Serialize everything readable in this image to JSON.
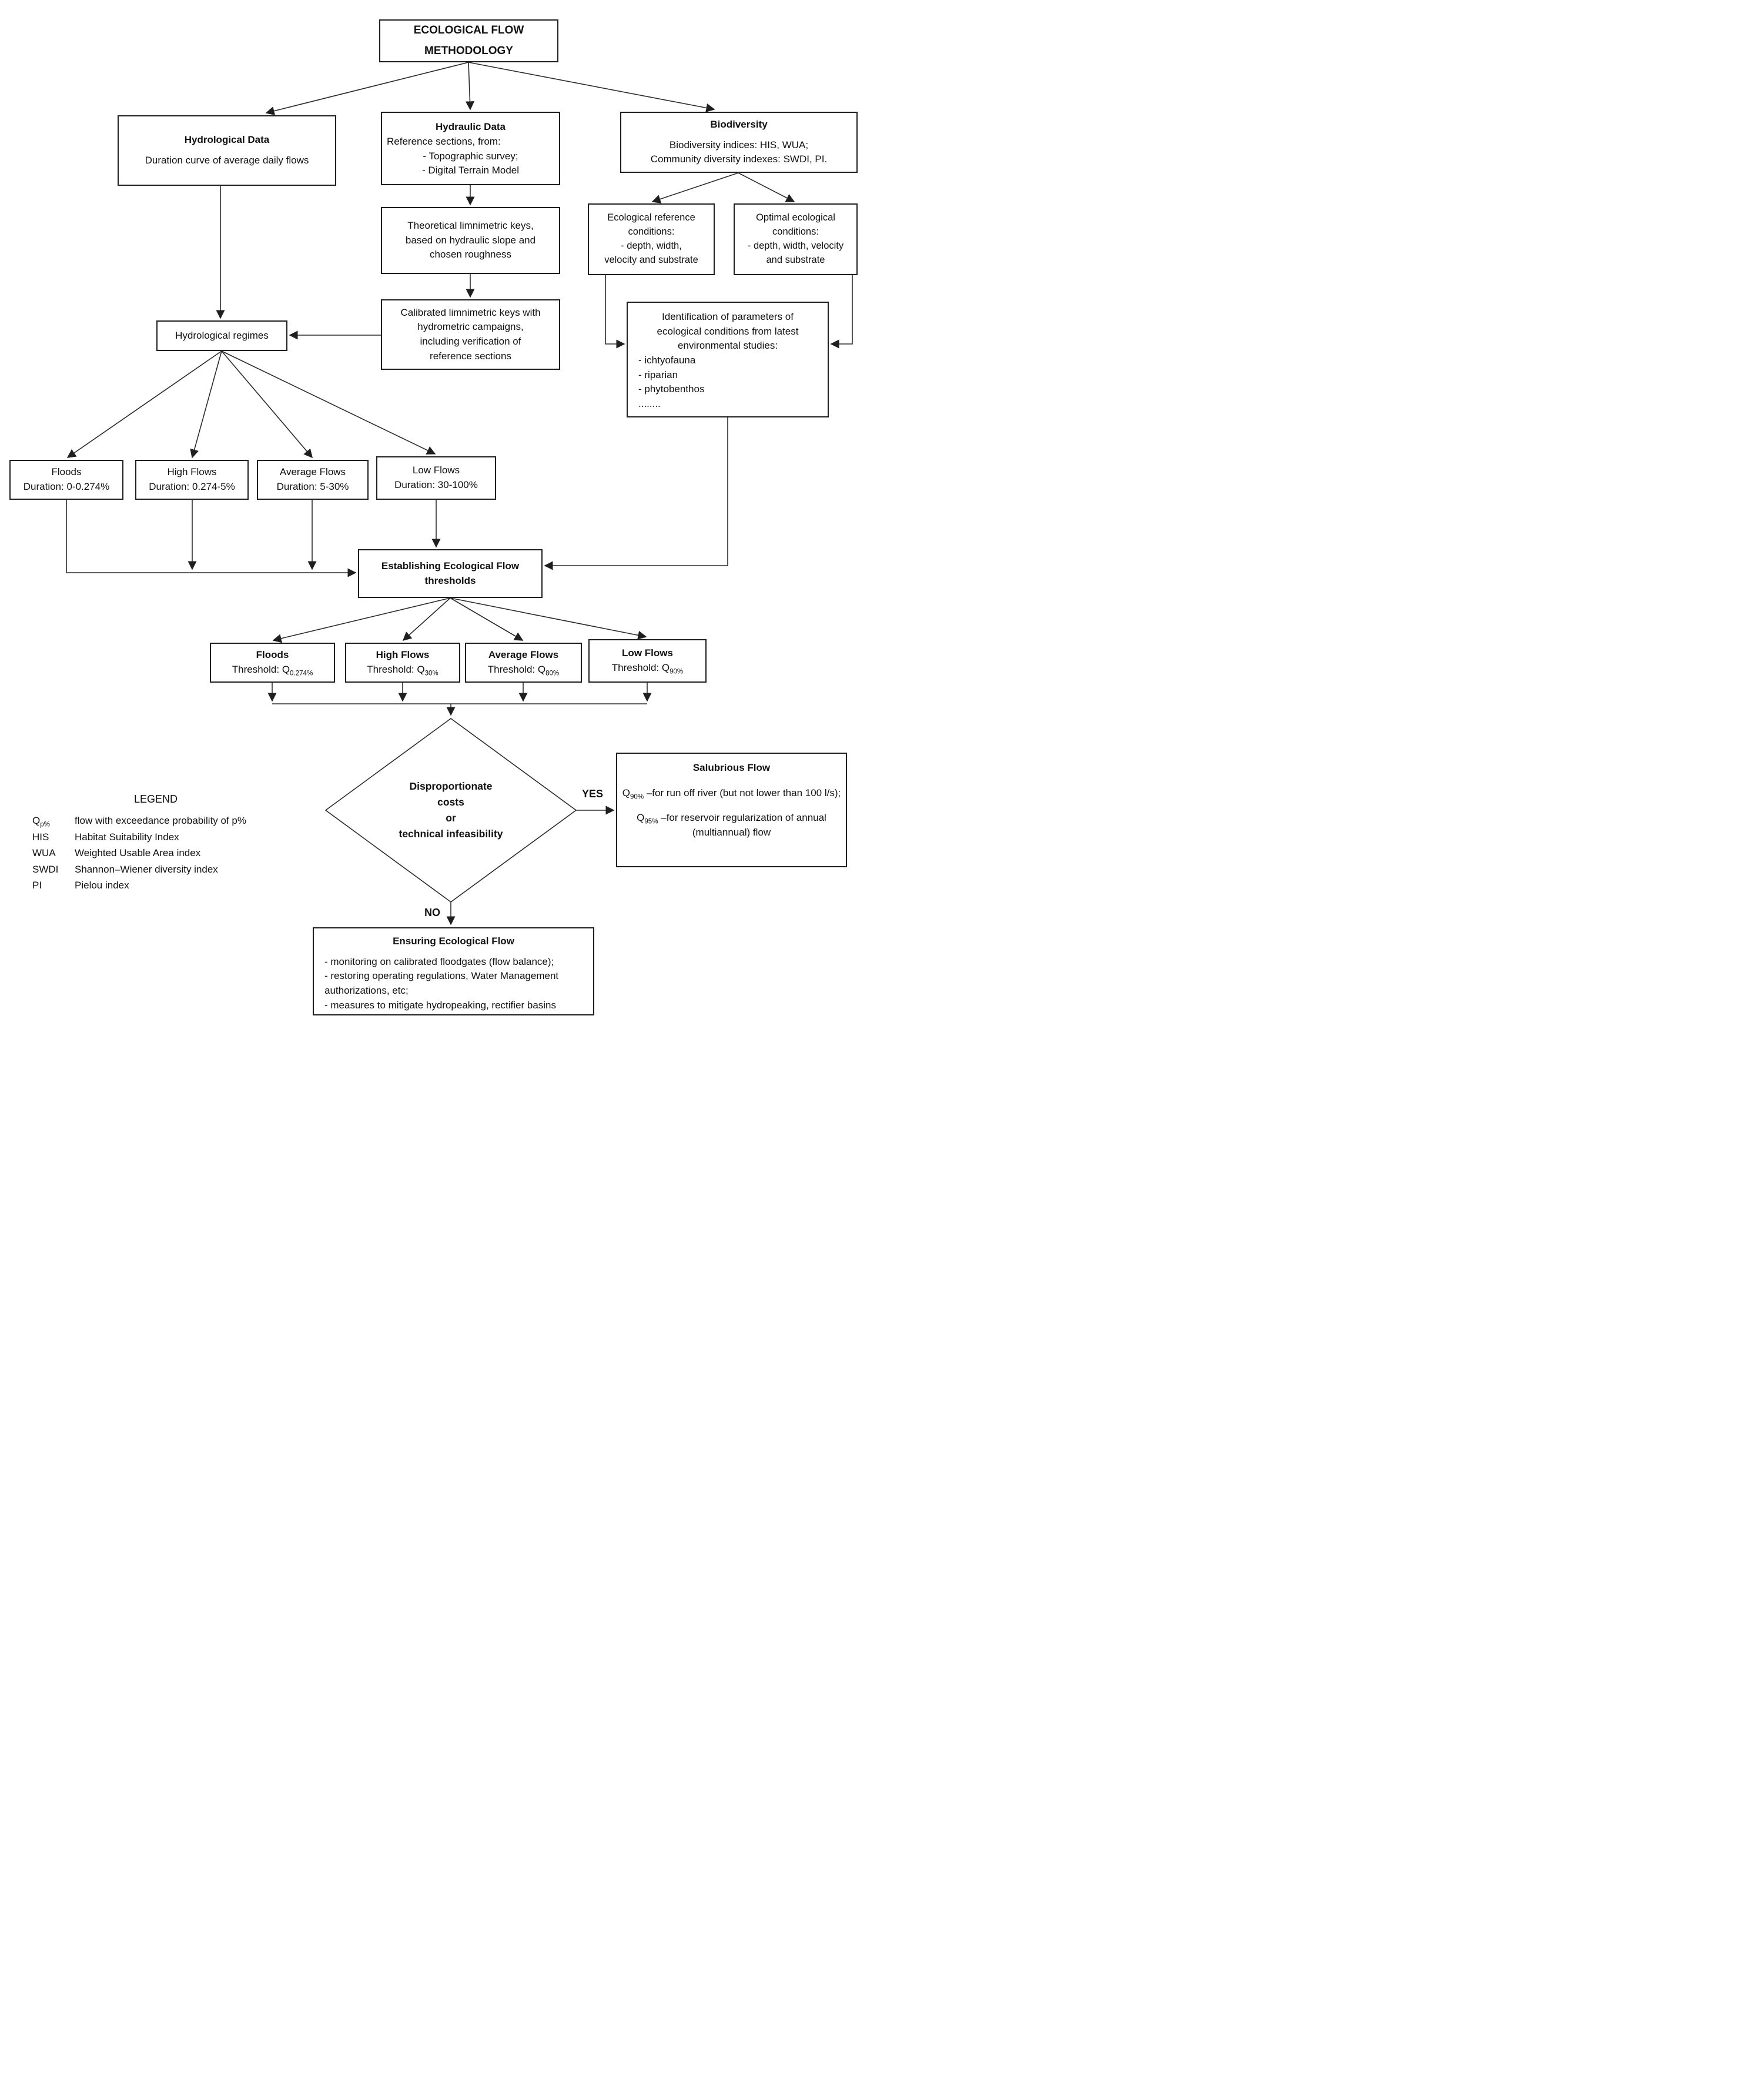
{
  "title_lines": [
    "ECOLOGICAL FLOW",
    "METHODOLOGY"
  ],
  "hydrological_data": {
    "title": "Hydrological Data",
    "body": "Duration curve of average daily flows"
  },
  "hydraulic_data": {
    "title": "Hydraulic Data",
    "intro": "Reference sections, from:",
    "bullets": [
      "- Topographic survey;",
      "- Digital Terrain Model"
    ]
  },
  "biodiversity": {
    "title": "Biodiversity",
    "lines": [
      "Biodiversity indices: HIS, WUA;",
      "Community diversity indexes: SWDI, PI."
    ]
  },
  "theoretical_keys": {
    "lines": [
      "Theoretical limnimetric keys,",
      "based on hydraulic slope and",
      "chosen roughness"
    ]
  },
  "eco_reference": {
    "lines": [
      "Ecological reference",
      "conditions:",
      "- depth, width,",
      "velocity and substrate"
    ]
  },
  "optimal_ecological": {
    "lines": [
      "Optimal ecological",
      "conditions:",
      "- depth, width, velocity",
      "and substrate"
    ]
  },
  "calibrated_keys": {
    "lines": [
      "Calibrated limnimetric keys with",
      "hydrometric campaigns,",
      "including verification of",
      "reference sections"
    ]
  },
  "hydrological_regimes": {
    "title": "Hydrological regimes"
  },
  "identification": {
    "lines": [
      "Identification of parameters of",
      "ecological conditions from latest",
      "environmental studies:"
    ],
    "bullets": [
      "- ichtyofauna",
      "- riparian",
      "- phytobenthos",
      "........"
    ]
  },
  "duration_boxes": [
    {
      "title": "Floods",
      "subtitle": "Duration: 0-0.274%"
    },
    {
      "title": "High Flows",
      "subtitle": "Duration: 0.274-5%"
    },
    {
      "title": "Average Flows",
      "subtitle": "Duration: 5-30%"
    },
    {
      "title": "Low Flows",
      "subtitle": "Duration: 30-100%"
    }
  ],
  "establishing": {
    "lines": [
      "Establishing Ecological Flow",
      "thresholds"
    ]
  },
  "threshold_boxes": [
    {
      "title": "Floods",
      "prefix": "Threshold: Q",
      "sub": "0.274%"
    },
    {
      "title": "High Flows",
      "prefix": "Threshold: Q",
      "sub": "30%"
    },
    {
      "title": "Average Flows",
      "prefix": "Threshold: Q",
      "sub": "80%"
    },
    {
      "title": "Low Flows",
      "prefix": "Threshold: Q",
      "sub": "90%"
    }
  ],
  "decision": {
    "lines": [
      "Disproportionate",
      "costs",
      "or",
      "technical infeasibility"
    ],
    "yes_label": "YES",
    "no_label": "NO"
  },
  "salubrious": {
    "title": "Salubrious Flow",
    "items": [
      {
        "q": "Q",
        "sub": "90%",
        "text": " –for run off river (but not lower than 100 l/s);"
      },
      {
        "q": "Q",
        "sub": "95%",
        "text": " –for reservoir regularization of annual (multiannual) flow"
      }
    ]
  },
  "ensuring": {
    "title": "Ensuring Ecological Flow",
    "bullets": [
      "- monitoring on calibrated floodgates (flow balance);",
      "- restoring operating regulations, Water Management authorizations, etc;",
      "- measures to mitigate hydropeaking, rectifier basins"
    ]
  },
  "legend": {
    "title": "LEGEND",
    "entries": [
      {
        "term": "Q",
        "term_sub": "p%",
        "definition": "flow with exceedance probability of p%"
      },
      {
        "term": "HIS",
        "term_sub": "",
        "definition": "Habitat Suitability Index"
      },
      {
        "term": "WUA",
        "term_sub": "",
        "definition": "Weighted Usable Area index"
      },
      {
        "term": "SWDI",
        "term_sub": "",
        "definition": "Shannon–Wiener diversity index"
      },
      {
        "term": "PI",
        "term_sub": "",
        "definition": "Pielou index"
      }
    ]
  },
  "colors": {
    "line": "#2b2b2b",
    "border": "#1f1f1f",
    "text": "#111111",
    "background": "#ffffff"
  }
}
